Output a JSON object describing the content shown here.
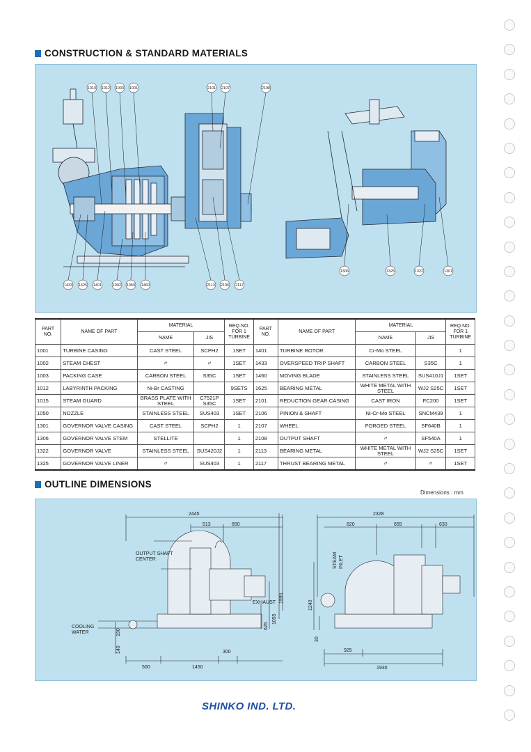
{
  "sections": {
    "construction_title": "CONSTRUCTION & STANDARD MATERIALS",
    "outline_title": "OUTLINE DIMENSIONS",
    "dimensions_unit": "Dimensions : mm"
  },
  "callouts_top": [
    "1010",
    "1012",
    "1003",
    "1001",
    "2101",
    "2107",
    "2108"
  ],
  "callouts_bottom_left": [
    "1433",
    "1625",
    "1401",
    "1002",
    "1050",
    "1460",
    "2113",
    "2106",
    "2117"
  ],
  "callouts_bottom_right": [
    "1306",
    "1325",
    "1322",
    "1301"
  ],
  "table": {
    "headers": {
      "part_no": "PART NO.",
      "name_of_part": "NAME OF PART",
      "material": "MATERIAL",
      "name": "NAME",
      "jis": "JIS",
      "req_no": "REQ.NO. FOR 1 TURBINE"
    },
    "rows": [
      {
        "l": {
          "no": "1001",
          "part": "TURBINE CASING",
          "name": "CAST STEEL",
          "jis": "SCPH2",
          "req": "1SET"
        },
        "r": {
          "no": "1401",
          "part": "TURBINE ROTOR",
          "name": "Cr-Mo STEEL",
          "jis": "",
          "req": "1"
        }
      },
      {
        "l": {
          "no": "1002",
          "part": "STEAM CHEST",
          "name": "〃",
          "jis": "〃",
          "req": "1SET"
        },
        "r": {
          "no": "1433",
          "part": "OVERSPEED TRIP SHAFT",
          "name": "CARBON STEEL",
          "jis": "S35C",
          "req": "1"
        }
      },
      {
        "l": {
          "no": "1003",
          "part": "PACKING CASE",
          "name": "CARBON STEEL",
          "jis": "S35C",
          "req": "1SET"
        },
        "r": {
          "no": "1460",
          "part": "MOVING BLADE",
          "name": "STAINLESS STEEL",
          "jis": "SUS410J1",
          "req": "1SET"
        }
      },
      {
        "l": {
          "no": "1012",
          "part": "LABYRINTH PACKING",
          "name": "Ni-Br CASTING",
          "jis": "",
          "req": "9SETS"
        },
        "r": {
          "no": "1625",
          "part": "BEARING METAL",
          "name": "WHITE METAL WITH STEEL",
          "jis": "WJ2 S25C",
          "req": "1SET"
        }
      },
      {
        "l": {
          "no": "1015",
          "part": "STEAM GUARD",
          "name": "BRASS PLATE WITH STEEL",
          "jis": "C7521P S35C",
          "req": "1SET"
        },
        "r": {
          "no": "2101",
          "part": "REDUCTION GEAR CASING",
          "name": "CAST IRON",
          "jis": "FC200",
          "req": "1SET"
        }
      },
      {
        "l": {
          "no": "1050",
          "part": "NOZZLE",
          "name": "STAINLESS STEEL",
          "jis": "SUS403",
          "req": "1SET"
        },
        "r": {
          "no": "2106",
          "part": "PINION & SHAFT",
          "name": "Ni-Cr-Mo STEEL",
          "jis": "SNCM439",
          "req": "1"
        }
      },
      {
        "l": {
          "no": "1301",
          "part": "GOVERNOR VALVE CASING",
          "name": "CAST STEEL",
          "jis": "SCPH2",
          "req": "1"
        },
        "r": {
          "no": "2107",
          "part": "WHEEL",
          "name": "FORGED STEEL",
          "jis": "SF640B",
          "req": "1"
        }
      },
      {
        "l": {
          "no": "1306",
          "part": "GOVERNOR VALVE STEM",
          "name": "STELLITE",
          "jis": "",
          "req": "1"
        },
        "r": {
          "no": "2108",
          "part": "OUTPUT SHAFT",
          "name": "〃",
          "jis": "SF540A",
          "req": "1"
        }
      },
      {
        "l": {
          "no": "1322",
          "part": "GOVERNOR VALVE",
          "name": "STAINLESS STEEL",
          "jis": "SUS420J2",
          "req": "1"
        },
        "r": {
          "no": "2113",
          "part": "BEARING METAL",
          "name": "WHITE METAL WITH STEEL",
          "jis": "WJ2 S25C",
          "req": "1SET"
        }
      },
      {
        "l": {
          "no": "1325",
          "part": "GOVERNOR VALVE LINER",
          "name": "〃",
          "jis": "SUS403",
          "req": "1"
        },
        "r": {
          "no": "2117",
          "part": "THRUST BEARING METAL",
          "name": "〃",
          "jis": "〃",
          "req": "1SET"
        }
      }
    ]
  },
  "outline": {
    "dims_left": {
      "overall": "2445",
      "a": "513",
      "b": "650",
      "height": "1995",
      "exhaust_h": "1055",
      "shaft_h": "625",
      "base_h": "190",
      "base2": "140",
      "d300": "300",
      "d500": "500",
      "d1450": "1450"
    },
    "dims_right": {
      "overall": "2328",
      "a": "820",
      "b": "655",
      "c": "630",
      "height": "1240",
      "base_h": "30",
      "d925": "925",
      "d1930": "1930"
    },
    "labels": {
      "output_shaft": "OUTPUT  SHAFT",
      "center": "CENTER",
      "exhaust": "EXHAUST",
      "cooling": "COOLING",
      "water": "WATER",
      "steam": "STEAM",
      "inlet": "INLET"
    }
  },
  "brand": "SHINKO IND. LTD.",
  "colors": {
    "panel": "#bfe0ef",
    "accent": "#1d6fb8",
    "brand": "#1e4fa3",
    "casing": "#6aa7d6"
  }
}
